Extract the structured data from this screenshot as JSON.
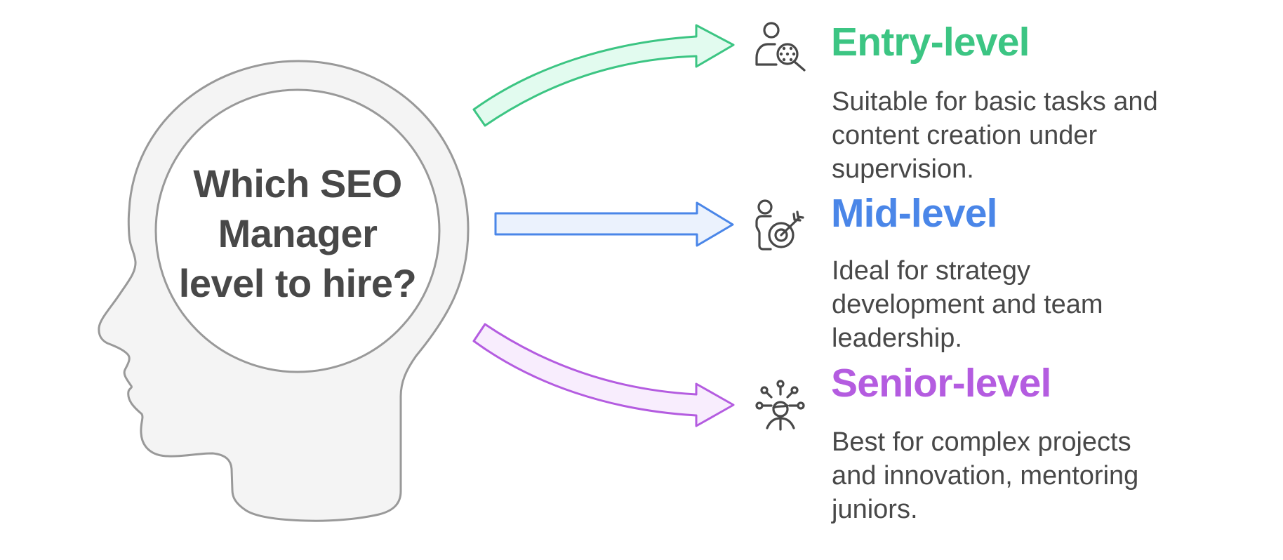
{
  "question": {
    "lines": [
      "Which SEO",
      "Manager",
      "level to hire?"
    ],
    "text_color": "#484848"
  },
  "head": {
    "fill": "#F4F4F4",
    "stroke": "#999999",
    "inner_fill": "#FFFFFF"
  },
  "options": [
    {
      "title": "Entry-level",
      "icon": "person-search-icon",
      "color": "#3CC583",
      "arrow_fill": "#E2FBEF",
      "arrow_direction": "curved-up",
      "description_lines": [
        "Suitable for basic tasks and",
        "content creation under",
        "supervision."
      ]
    },
    {
      "title": "Mid-level",
      "icon": "person-target-icon",
      "color": "#4A86E8",
      "arrow_fill": "#EBF2FD",
      "arrow_direction": "straight",
      "description_lines": [
        "Ideal for strategy",
        "development and team",
        "leadership."
      ]
    },
    {
      "title": "Senior-level",
      "icon": "person-network-icon",
      "color": "#B45CE0",
      "arrow_fill": "#F8EDFD",
      "arrow_direction": "curved-down",
      "description_lines": [
        "Best for complex projects",
        "and innovation, mentoring",
        "juniors."
      ]
    }
  ],
  "icon_color": "#484848"
}
